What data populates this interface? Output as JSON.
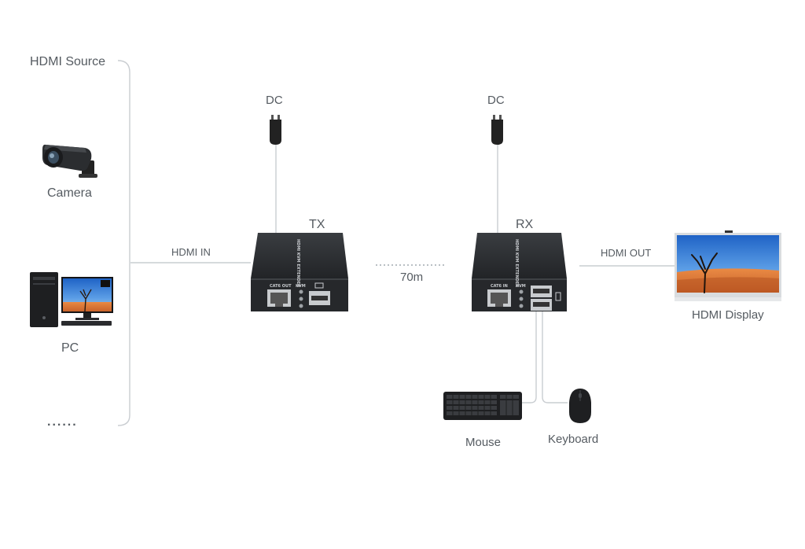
{
  "source_group": {
    "title": "HDMI Source",
    "items": [
      {
        "label": "Camera",
        "icon": "security-camera-icon"
      },
      {
        "label": "PC",
        "icon": "desktop-pc-icon"
      }
    ],
    "more": "......"
  },
  "tx": {
    "label": "TX",
    "power_label": "DC",
    "input_label": "HDMI IN",
    "port_labels": {
      "lan": "CAT6 OUT",
      "kvm": "KVM"
    }
  },
  "link": {
    "distance": "70m"
  },
  "rx": {
    "label": "RX",
    "power_label": "DC",
    "output_label": "HDMI OUT",
    "port_labels": {
      "lan": "CAT6 IN",
      "kvm": "KVM"
    }
  },
  "display": {
    "label": "HDMI Display",
    "icon": "tv-display-icon"
  },
  "peripherals": [
    {
      "label": "Mouse",
      "icon": "keyboard-icon"
    },
    {
      "label": "Keyboard",
      "icon": "mouse-icon"
    }
  ],
  "colors": {
    "label_text": "#555b61",
    "device_body": "#2e3033",
    "wire": "#c9cdd1",
    "link_highlight": "#7fd3ee"
  }
}
